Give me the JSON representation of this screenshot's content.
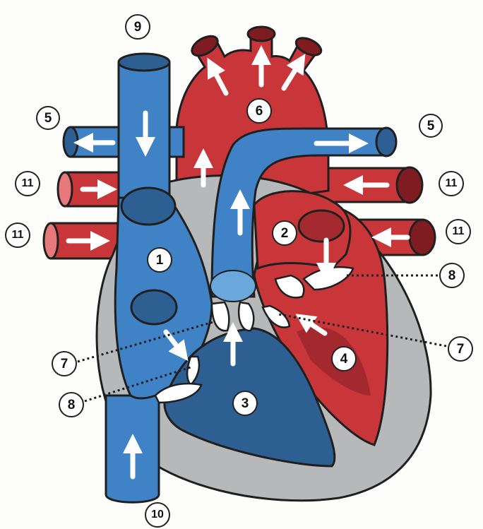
{
  "palette": {
    "blue": "#3f83c6",
    "blue_dark": "#2e5f93",
    "blue_light": "#6aa8dc",
    "red": "#c9363a",
    "red_dark": "#7e1c22",
    "red_light": "#e7797c",
    "gray": "#b7b8ba",
    "outline": "#1f1f1f",
    "white": "#ffffff"
  },
  "markers": {
    "m1": "1",
    "m2": "2",
    "m3": "3",
    "m4": "4",
    "m5_left": "5",
    "m5_right": "5",
    "m6": "6",
    "m7_left": "7",
    "m7_right": "7",
    "m8_left": "8",
    "m8_right": "8",
    "m9": "9",
    "m10": "10",
    "m11_left_top": "11",
    "m11_left_bottom": "11",
    "m11_right_top": "11",
    "m11_right_bottom": "11"
  }
}
